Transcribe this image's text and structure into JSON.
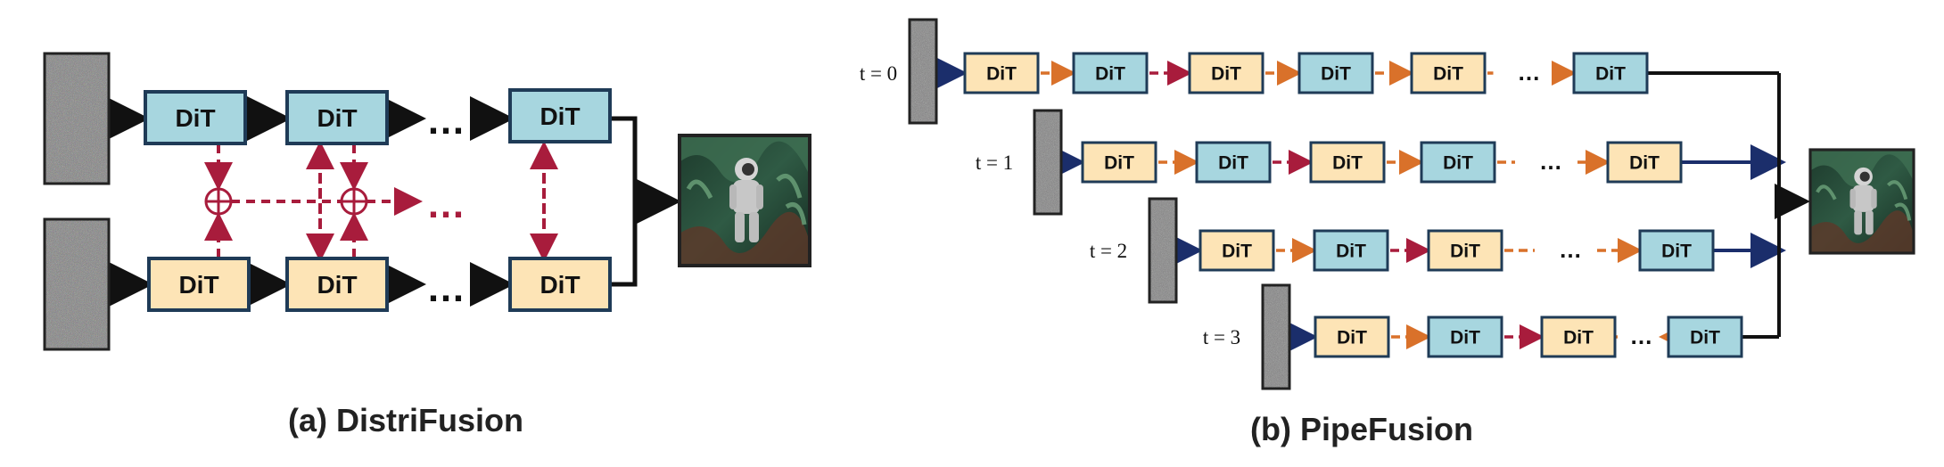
{
  "block_label": "DiT",
  "ellipsis": "…",
  "panel_a": {
    "caption": "(a) DistriFusion"
  },
  "panel_b": {
    "caption": "(b) PipeFusion",
    "timesteps": [
      "t = 0",
      "t = 1",
      "t = 2",
      "t = 3"
    ]
  },
  "colors": {
    "blue_block": "#a7d6df",
    "yellow_block": "#fde4b6",
    "block_border": "#1f3b57",
    "dashed_red": "#a81c3c",
    "dashed_orange": "#d9712a",
    "arrow_navy": "#1b2e6b",
    "arrow_black": "#111111"
  }
}
